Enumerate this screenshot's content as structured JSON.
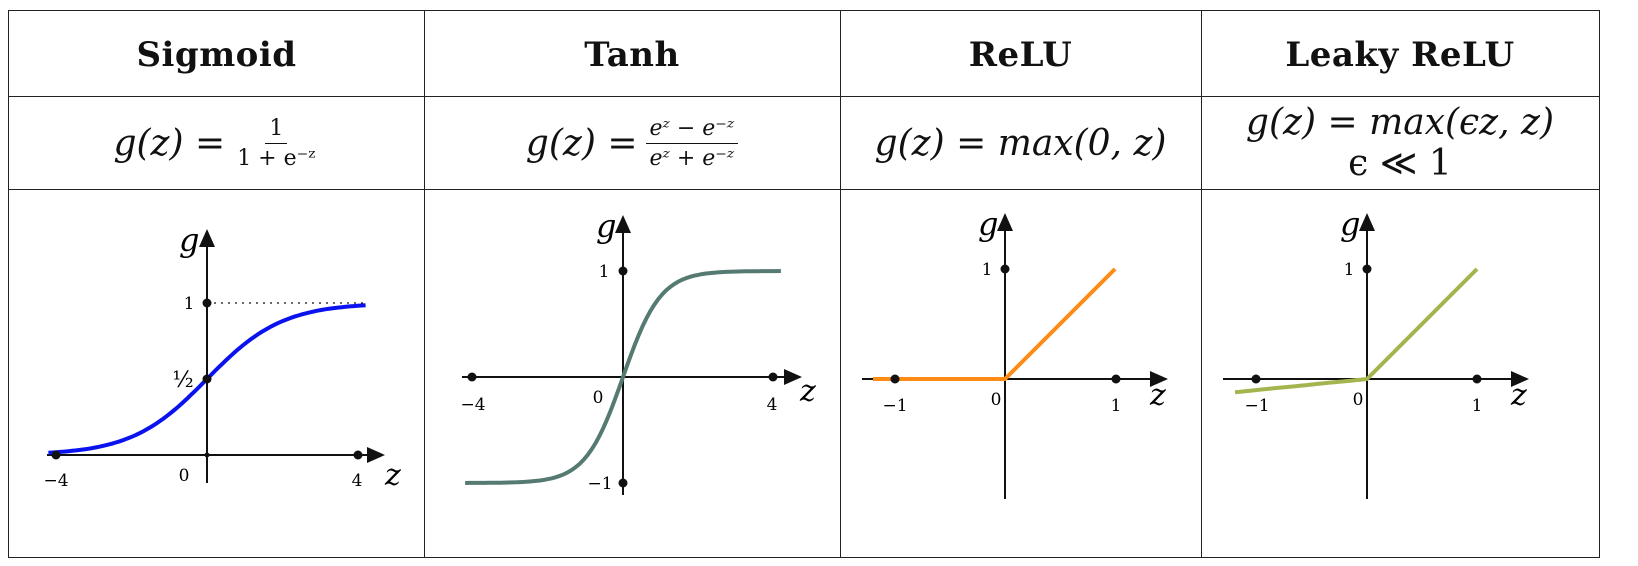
{
  "columns": [
    {
      "title": "Sigmoid",
      "formula": {
        "lhs": "g(z) =",
        "num": "1",
        "den": "1 + e⁻ᶻ"
      },
      "plot": {
        "axis_x": "z",
        "axis_y": "g",
        "origin": "0",
        "ticks_x": [
          "−4",
          "4"
        ],
        "ticks_y": [
          "1",
          "½"
        ]
      }
    },
    {
      "title": "Tanh",
      "formula": {
        "lhs": "g(z) =",
        "num": "eᶻ − e⁻ᶻ",
        "den": "eᶻ + e⁻ᶻ"
      },
      "plot": {
        "axis_x": "z",
        "axis_y": "g",
        "origin": "0",
        "ticks_x": [
          "−4",
          "4"
        ],
        "ticks_y": [
          "1",
          "−1"
        ]
      }
    },
    {
      "title": "ReLU",
      "formula": {
        "text": "g(z) = max(0, z)"
      },
      "plot": {
        "axis_x": "z",
        "axis_y": "g",
        "origin": "0",
        "ticks_x": [
          "−1",
          "1"
        ],
        "ticks_y": [
          "1"
        ]
      }
    },
    {
      "title": "Leaky ReLU",
      "formula": {
        "line1": "g(z) = max(ϵz, z)",
        "line2": "ϵ ≪ 1"
      },
      "plot": {
        "axis_x": "z",
        "axis_y": "g",
        "origin": "0",
        "ticks_x": [
          "−1",
          "1"
        ],
        "ticks_y": [
          "1"
        ]
      }
    }
  ],
  "colors": {
    "sigmoid": "#0a12ee",
    "tanh": "#557a72",
    "relu": "#ff8a14",
    "leaky_relu": "#a3b54e"
  }
}
